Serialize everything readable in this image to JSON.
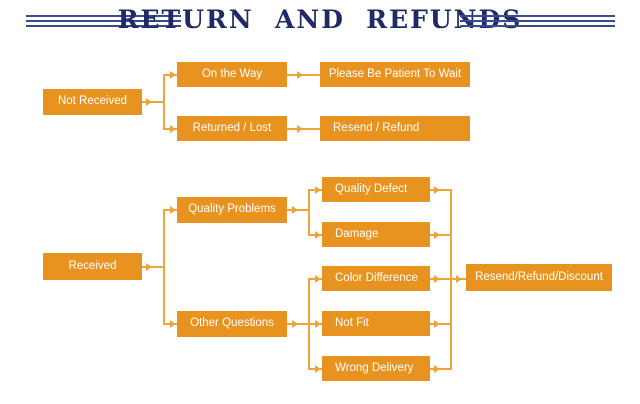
{
  "header": {
    "title": "RETURN  AND  REFUNDS",
    "title_color": "#1f2a66",
    "rule_color": "#3a4a8c",
    "rule_line_count": 3
  },
  "theme": {
    "box_fill": "#e8921f",
    "box_text": "#ffffff",
    "connector": "#f0a33c",
    "background": "#ffffff"
  },
  "diagram": {
    "nodes": {
      "not_received": "Not Received",
      "on_the_way": "On the Way",
      "returned_lost": "Returned / Lost",
      "please_be_patient": "Please Be Patient To Wait",
      "resend_refund": "Resend / Refund",
      "received": "Received",
      "quality_problems": "Quality Problems",
      "other_questions": "Other Questions",
      "quality_defect": "Quality Defect",
      "damage": "Damage",
      "color_difference": "Color Difference",
      "not_fit": "Not Fit",
      "wrong_delivery": "Wrong Delivery",
      "resend_refund_discount": "Resend/Refund/Discount"
    }
  }
}
